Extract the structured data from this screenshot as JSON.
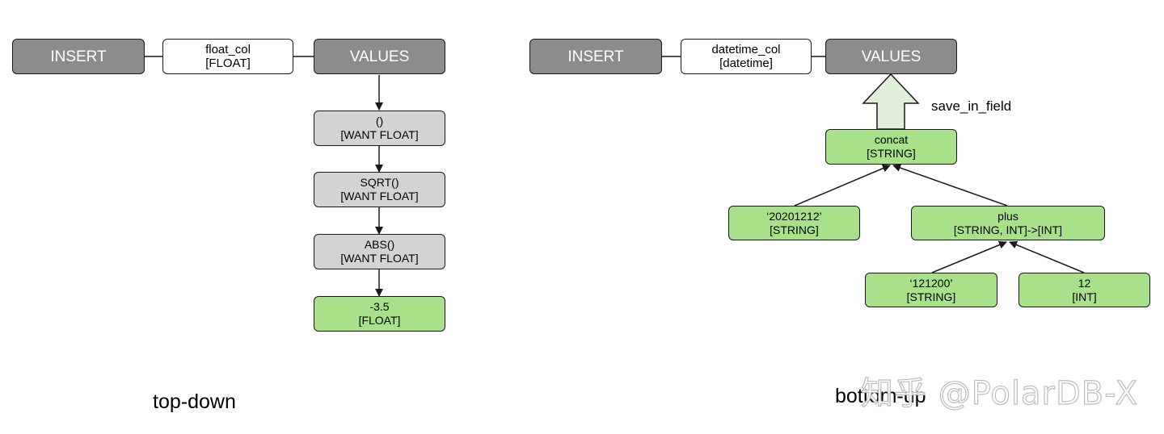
{
  "colors": {
    "dark_node": "#8c8c8c",
    "white_node": "#ffffff",
    "gray_node": "#d3d3d3",
    "green_node": "#a9e08a",
    "arrow_fill": "#e2efda",
    "stroke": "#1a1a1a"
  },
  "top_down": {
    "insert": "INSERT",
    "column": {
      "line1": "float_col",
      "line2": "[FLOAT]"
    },
    "values": "VALUES",
    "paren": {
      "line1": "()",
      "line2": "[WANT FLOAT]"
    },
    "sqrt": {
      "line1": "SQRT()",
      "line2": "[WANT FLOAT]"
    },
    "abs": {
      "line1": "ABS()",
      "line2": "[WANT FLOAT]"
    },
    "literal": {
      "line1": "-3.5",
      "line2": "[FLOAT]"
    },
    "caption": "top-down"
  },
  "bottom_up": {
    "insert": "INSERT",
    "column": {
      "line1": "datetime_col",
      "line2": "[datetime]"
    },
    "values": "VALUES",
    "save_label": "save_in_field",
    "concat": {
      "line1": "concat",
      "line2": "[STRING]"
    },
    "str1": {
      "line1": "‘20201212’",
      "line2": "[STRING]"
    },
    "plus": {
      "line1": "plus",
      "line2": "[STRING, INT]->[INT]"
    },
    "str2": {
      "line1": "‘121200’",
      "line2": "[STRING]"
    },
    "int": {
      "line1": "12",
      "line2": "[INT]"
    },
    "caption": "bottom-up"
  },
  "watermark": "知乎 @PolarDB-X"
}
